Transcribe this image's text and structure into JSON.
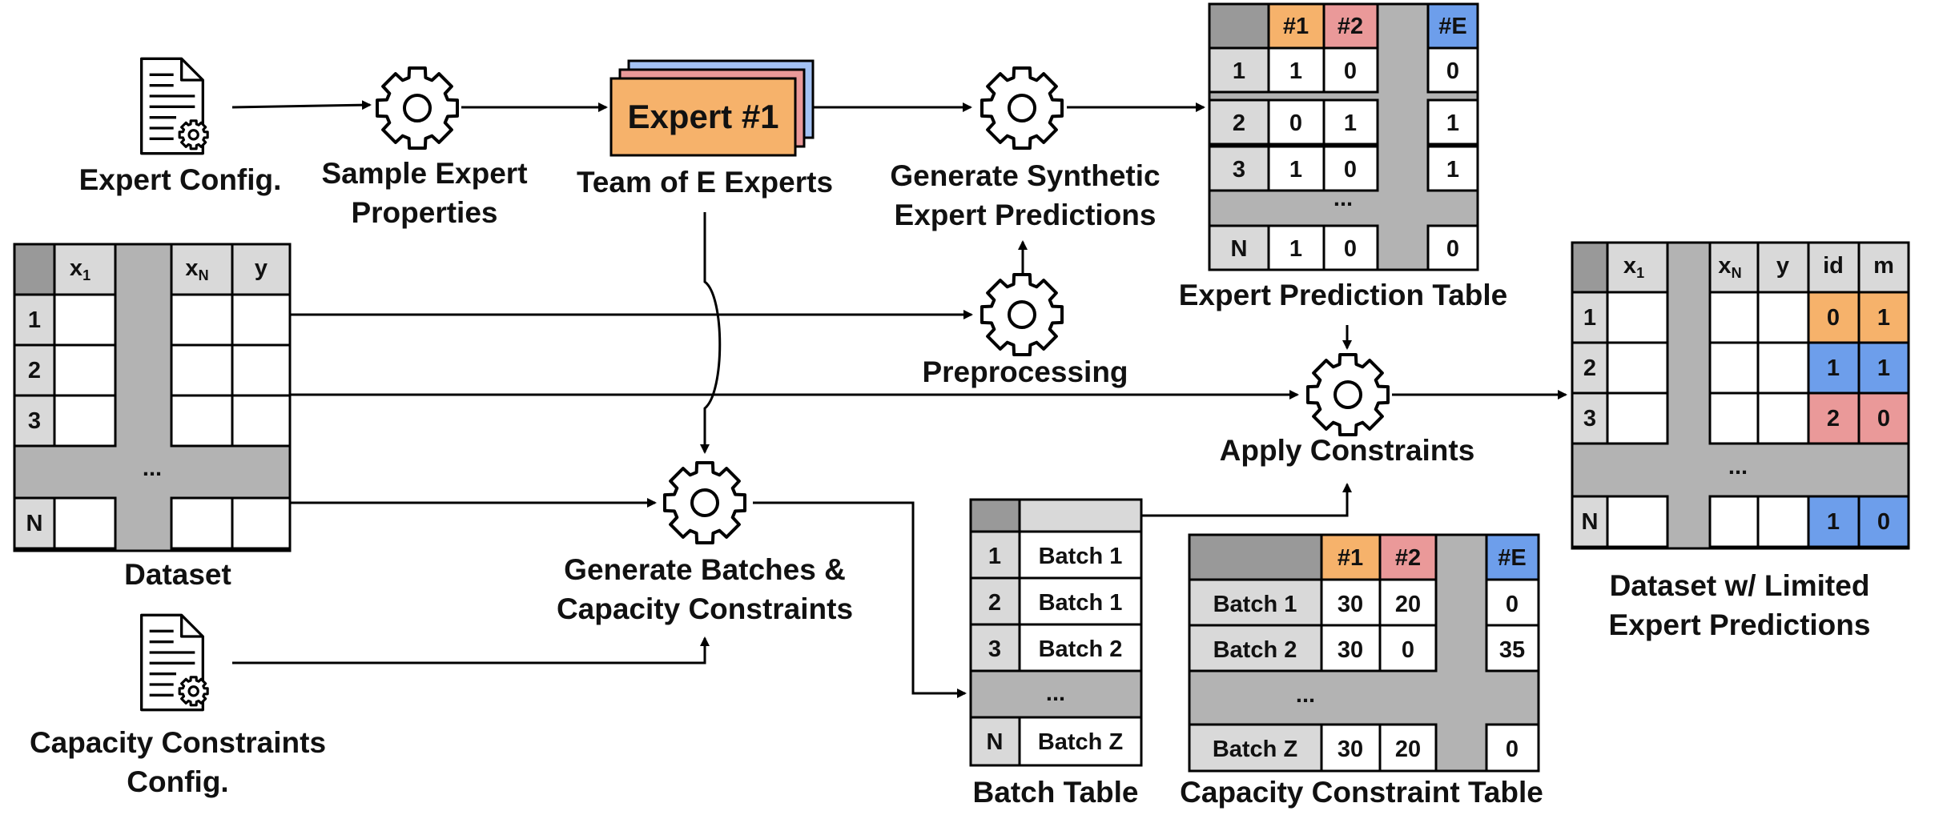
{
  "labels": {
    "expert_config": "Expert Config.",
    "sample_line1": "Sample Expert",
    "sample_line2": "Properties",
    "expert_card": "Expert #1",
    "team": "Team of E Experts",
    "gen_line1": "Generate Synthetic",
    "gen_line2": "Expert Predictions",
    "preprocessing": "Preprocessing",
    "expert_pred_table": "Expert Prediction Table",
    "apply_constraints": "Apply Constraints",
    "dataset": "Dataset",
    "gen_batches_line1": "Generate Batches &",
    "gen_batches_line2": "Capacity Constraints",
    "cap_config_line1": "Capacity Constraints",
    "cap_config_line2": "Config.",
    "batch_table": "Batch Table",
    "cap_table": "Capacity Constraint Table",
    "final_line1": "Dataset w/ Limited",
    "final_line2": "Expert Predictions"
  },
  "expert_pred_table": {
    "headers": [
      "#1",
      "#2",
      "#E"
    ],
    "header_colors": [
      "#f6b26b",
      "#ea9999",
      "#6d9eeb"
    ],
    "rows": [
      {
        "id": "1",
        "c1": "1",
        "c2": "0",
        "c3": "0"
      },
      {
        "id": "2",
        "c1": "0",
        "c2": "1",
        "c3": "1"
      },
      {
        "id": "3",
        "c1": "1",
        "c2": "0",
        "c3": "1"
      },
      {
        "id": "N",
        "c1": "1",
        "c2": "0",
        "c3": "0"
      }
    ],
    "ellipsis": "..."
  },
  "dataset_table": {
    "headers": [
      "x",
      "1",
      "x",
      "N",
      "y"
    ],
    "row_ids": [
      "1",
      "2",
      "3",
      "N"
    ],
    "ellipsis": "..."
  },
  "final_table": {
    "headers": [
      "x",
      "1",
      "x",
      "N",
      "y",
      "id",
      "m"
    ],
    "rows": [
      {
        "id": "1",
        "exp": "0",
        "m": "1",
        "color": "#f6b26b"
      },
      {
        "id": "2",
        "exp": "1",
        "m": "1",
        "color": "#6d9eeb"
      },
      {
        "id": "3",
        "exp": "2",
        "m": "0",
        "color": "#ea9999"
      },
      {
        "id": "N",
        "exp": "1",
        "m": "0",
        "color": "#6d9eeb"
      }
    ],
    "ellipsis": "..."
  },
  "batch_table": {
    "rows": [
      {
        "id": "1",
        "batch": "Batch 1"
      },
      {
        "id": "2",
        "batch": "Batch 1"
      },
      {
        "id": "3",
        "batch": "Batch 2"
      },
      {
        "id": "N",
        "batch": "Batch Z"
      }
    ],
    "ellipsis": "..."
  },
  "cap_table": {
    "headers": [
      "#1",
      "#2",
      "#E"
    ],
    "rows": [
      {
        "batch": "Batch 1",
        "c1": "30",
        "c2": "20",
        "c3": "0"
      },
      {
        "batch": "Batch 2",
        "c1": "30",
        "c2": "0",
        "c3": "35"
      },
      {
        "batch": "Batch Z",
        "c1": "30",
        "c2": "20",
        "c3": "0"
      }
    ],
    "ellipsis": "..."
  },
  "colors": {
    "orange": "#f6b26b",
    "red": "#ea9999",
    "blue": "#6d9eeb",
    "gray": "#b3b3b3",
    "dark_gray": "#999999",
    "light_gray": "#d9d9d9"
  }
}
